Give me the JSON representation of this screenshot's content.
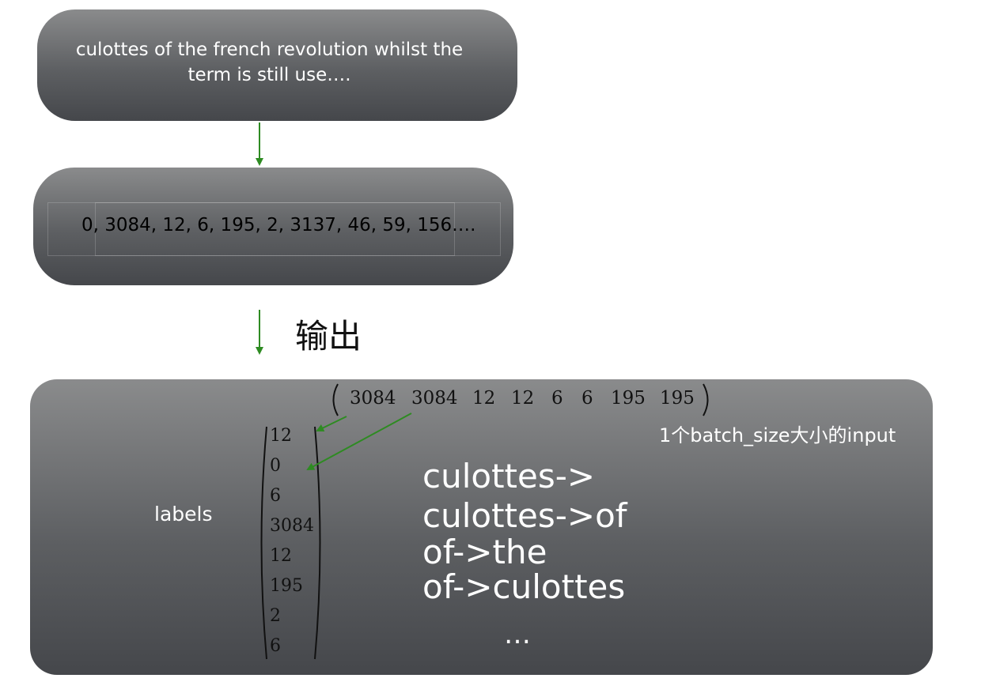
{
  "sentence": "culottes of the french revolution whilst the term is still use….",
  "ids": "0, 3084, 12, 6, 195, 2, 3137, 46, 59, 156….",
  "output_label": "输出",
  "batch": [
    "3084",
    "3084",
    "12",
    "12",
    "6",
    "6",
    "195",
    "195"
  ],
  "batch_caption": "1个batch_size大小的input",
  "labels_word": "labels",
  "labels": [
    "12",
    "0",
    "6",
    "3084",
    "12",
    "195",
    "2",
    "6"
  ],
  "pairs": [
    "culottes->",
    "culottes->of",
    "of->the",
    "of->culottes"
  ],
  "ellipsis": "…",
  "colors": {
    "arrow": "#2e8b22",
    "box_top": "#8a8b8c",
    "box_bottom": "#45474b"
  }
}
